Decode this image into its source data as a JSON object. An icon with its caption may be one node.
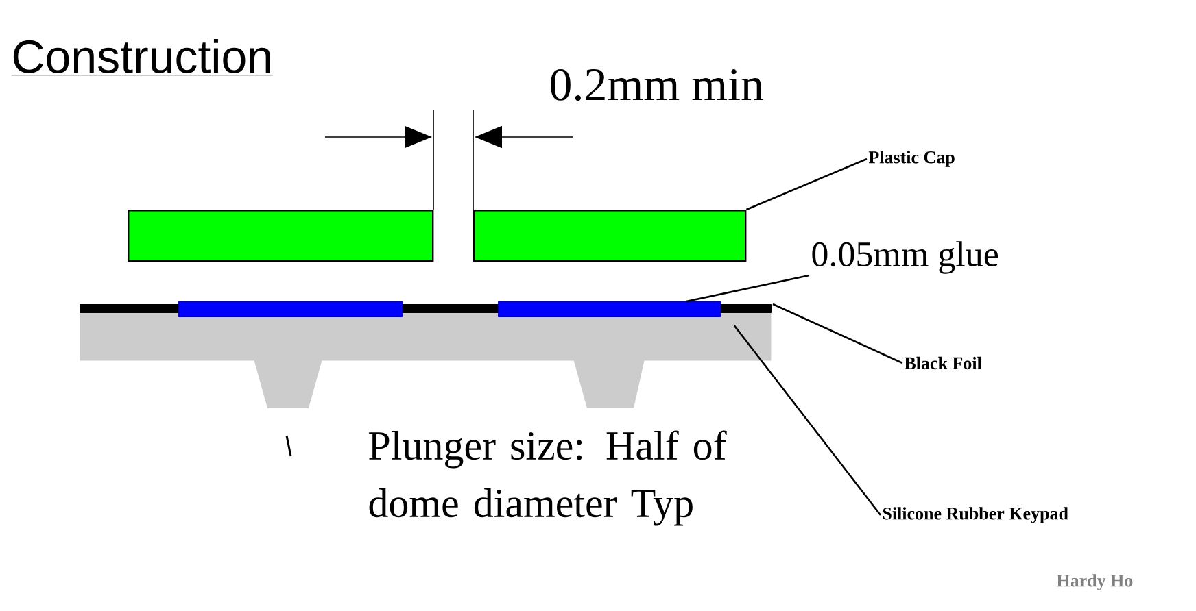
{
  "diagram": {
    "title": "Construction",
    "nodes": [
      {
        "text": [],
        "shape": "box"
      },
      {
        "text": [],
        "shape": "box"
      },
      {
        "text": [
          "Plastic Cap"
        ]
      },
      {
        "text": [],
        "shape": "bar"
      },
      {
        "text": [],
        "shape": "bar"
      },
      {
        "text": [
          "0.05mm glue"
        ]
      },
      {
        "text": [],
        "shape": "bar"
      },
      {
        "text": [
          "Black Foil"
        ]
      },
      {
        "text": [],
        "shape": "box"
      },
      {
        "text": [
          "Silicone Rubber Keypad"
        ]
      }
    ],
    "edges": [
      {
        "from": 2,
        "to": 1,
        "arrow": "none"
      },
      {
        "from": 5,
        "to": 4,
        "arrow": "none"
      },
      {
        "from": 7,
        "to": 6,
        "arrow": "none"
      },
      {
        "from": 9,
        "to": 8,
        "arrow": "none"
      }
    ],
    "labels": [
      "0.2mm min",
      "Plunger size: Half of dome diameter Typ",
      "Hardy Ho"
    ]
  }
}
